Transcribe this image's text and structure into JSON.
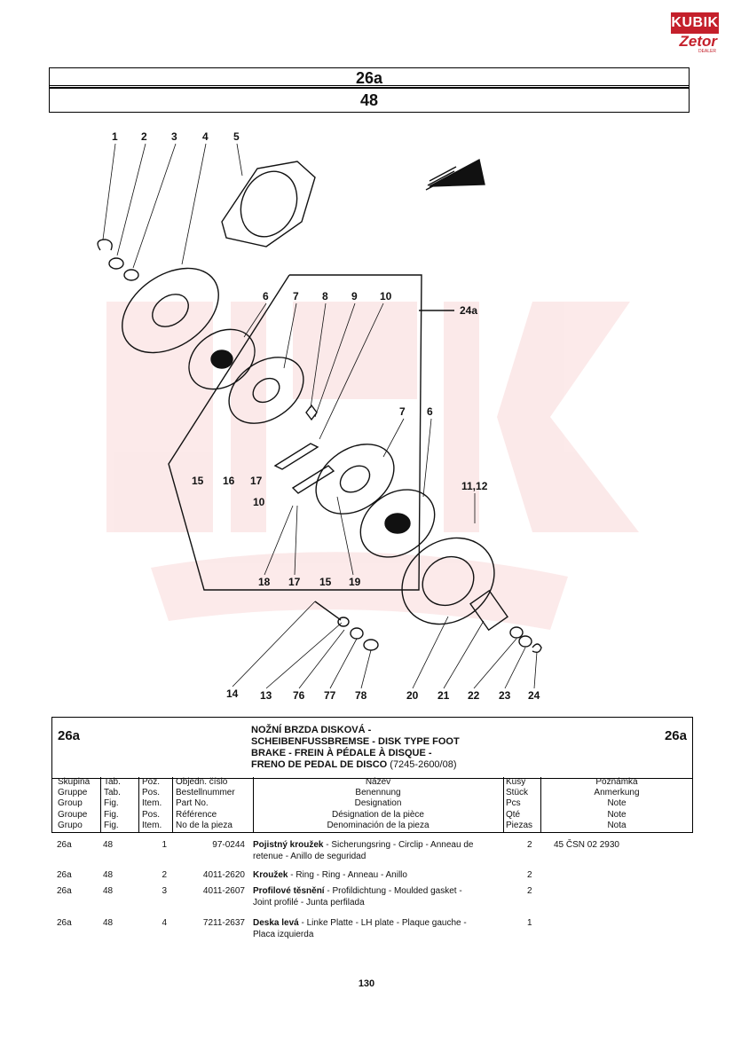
{
  "logo": {
    "brand": "KUBIK",
    "sub": "Zetor",
    "tag": "DEALER"
  },
  "header": {
    "group": "26a",
    "table": "48"
  },
  "drawing": {
    "callouts_top": [
      "1",
      "2",
      "3",
      "4",
      "5"
    ],
    "callouts_box": [
      "6",
      "7",
      "8",
      "9",
      "10"
    ],
    "callout_24a": "24a",
    "callouts_mid": [
      "15",
      "16",
      "17",
      "10",
      "7",
      "6",
      "11,12"
    ],
    "callouts_low": [
      "18",
      "17",
      "15",
      "19"
    ],
    "callouts_bottom": [
      "14",
      "13",
      "76",
      "77",
      "78",
      "20",
      "21",
      "22",
      "23",
      "24"
    ]
  },
  "table": {
    "group_left": "26a",
    "group_right": "26a",
    "title_lines": [
      "NOŽNÍ BRZDA DISKOVÁ -",
      "SCHEIBENFUSSBREMSE - DISK TYPE FOOT",
      "BRAKE - FREIN À PÉDALE À DISQUE -",
      "FRENO DE PEDAL DE DISCO"
    ],
    "model": "(7245-2600/08)",
    "columns": {
      "group": [
        "Skupina",
        "Gruppe",
        "Group",
        "Groupe",
        "Grupo"
      ],
      "tab": [
        "Tab.",
        "Tab.",
        "Fig.",
        "Fig.",
        "Fig."
      ],
      "pos": [
        "Poz.",
        "Pos.",
        "Item.",
        "Pos.",
        "Item."
      ],
      "partno": [
        "Objedn. číslo",
        "Bestellnummer",
        "Part No.",
        "Référence",
        "No de la pieza"
      ],
      "name": [
        "Název",
        "Benennung",
        "Designation",
        "Désignation de la pièce",
        "Denominación de la pieza"
      ],
      "qty": [
        "Kusy",
        "Stück",
        "Pcs",
        "Qté",
        "Piezas"
      ],
      "note": [
        "Poznámka",
        "Anmerkung",
        "Note",
        "Note",
        "Nota"
      ]
    },
    "rows": [
      {
        "group": "26a",
        "tab": "48",
        "pos": "1",
        "partno": "97-0244",
        "name_bold": "Pojistný kroužek",
        "name_rest": " - Sicherungsring - Circlip - Anneau de",
        "name_line2": "retenue - Anillo de seguridad",
        "qty": "2",
        "note": "45 ČSN 02 2930"
      },
      {
        "group": "26a",
        "tab": "48",
        "pos": "2",
        "partno": "4011-2620",
        "name_bold": "Kroužek",
        "name_rest": " - Ring - Ring - Anneau - Anillo",
        "name_line2": "",
        "qty": "2",
        "note": ""
      },
      {
        "group": "26a",
        "tab": "48",
        "pos": "3",
        "partno": "4011-2607",
        "name_bold": "Profilové těsnění",
        "name_rest": " - Profildichtung - Moulded gasket -",
        "name_line2": "Joint profilé - Junta perfilada",
        "qty": "2",
        "note": ""
      },
      {
        "group": "26a",
        "tab": "48",
        "pos": "4",
        "partno": "7211-2637",
        "name_bold": "Deska levá",
        "name_rest": " - Linke Platte - LH plate - Plaque gauche -",
        "name_line2": "Placa izquierda",
        "qty": "1",
        "note": ""
      }
    ]
  },
  "page_number": "130"
}
